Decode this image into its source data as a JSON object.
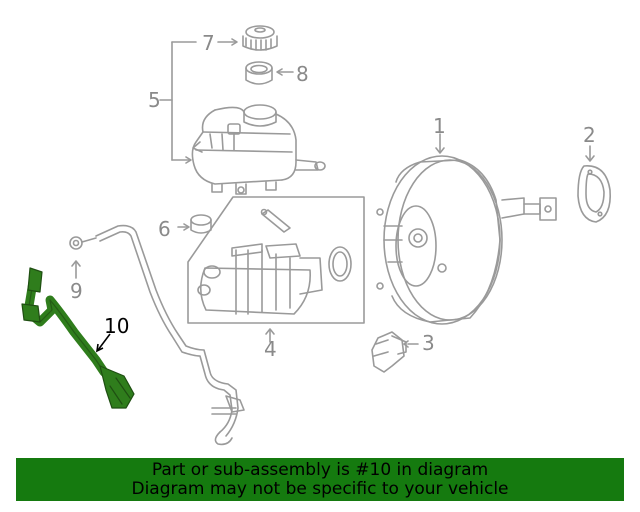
{
  "diagram": {
    "callouts": [
      "1",
      "2",
      "3",
      "4",
      "5",
      "6",
      "7",
      "8",
      "9",
      "10"
    ],
    "highlighted_part": "10"
  },
  "banner": {
    "line1": "Part or sub-assembly is #10 in diagram",
    "line2": "Diagram may not be specific to your vehicle"
  },
  "colors": {
    "banner_bg": "#157a0f",
    "highlight": "#2f7d1c",
    "outline": "#9a9a9a",
    "callout_text": "#8a8a8a"
  }
}
